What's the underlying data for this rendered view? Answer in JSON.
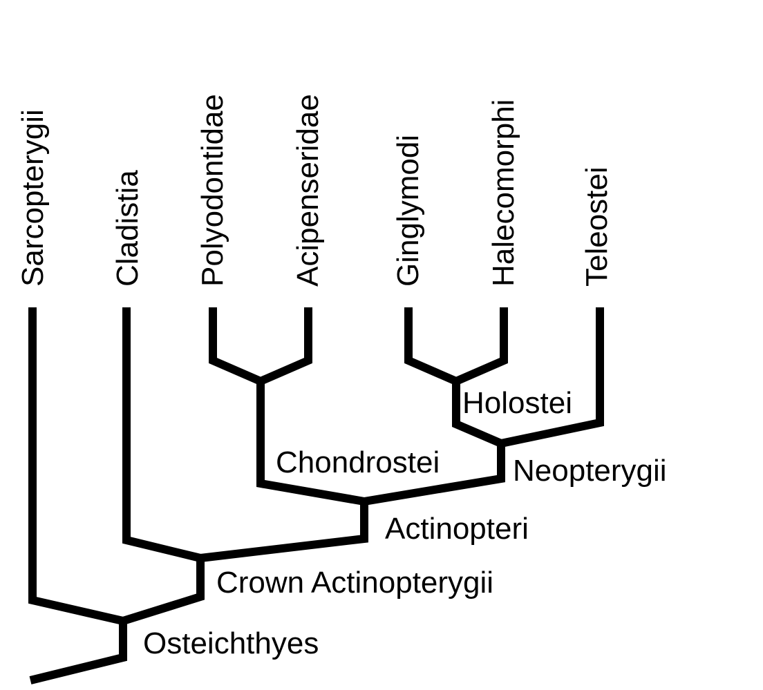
{
  "diagram": {
    "type": "cladogram",
    "colors": {
      "lines": "#000000",
      "text": "#000000",
      "background": "#ffffff"
    },
    "taxa": [
      {
        "id": "sarcopterygii",
        "label": "Sarcopterygii"
      },
      {
        "id": "cladistia",
        "label": "Cladistia"
      },
      {
        "id": "polyodontidae",
        "label": "Polyodontidae"
      },
      {
        "id": "acipenseridae",
        "label": "Acipenseridae"
      },
      {
        "id": "ginglymodi",
        "label": "Ginglymodi"
      },
      {
        "id": "halecomorphi",
        "label": "Halecomorphi"
      },
      {
        "id": "teleostei",
        "label": "Teleostei"
      }
    ],
    "clades": [
      {
        "id": "osteichthyes",
        "label": "Osteichthyes",
        "members": [
          "sarcopterygii",
          "crown-actinopterygii"
        ]
      },
      {
        "id": "crown-actinopterygii",
        "label": "Crown Actinopterygii",
        "members": [
          "cladistia",
          "actinopteri"
        ]
      },
      {
        "id": "actinopteri",
        "label": "Actinopteri",
        "members": [
          "chondrostei",
          "neopterygii"
        ]
      },
      {
        "id": "chondrostei",
        "label": "Chondrostei",
        "members": [
          "polyodontidae",
          "acipenseridae"
        ]
      },
      {
        "id": "neopterygii",
        "label": "Neopterygii",
        "members": [
          "holostei",
          "teleostei"
        ]
      },
      {
        "id": "holostei",
        "label": "Holostei",
        "members": [
          "ginglymodi",
          "halecomorphi"
        ]
      }
    ]
  }
}
